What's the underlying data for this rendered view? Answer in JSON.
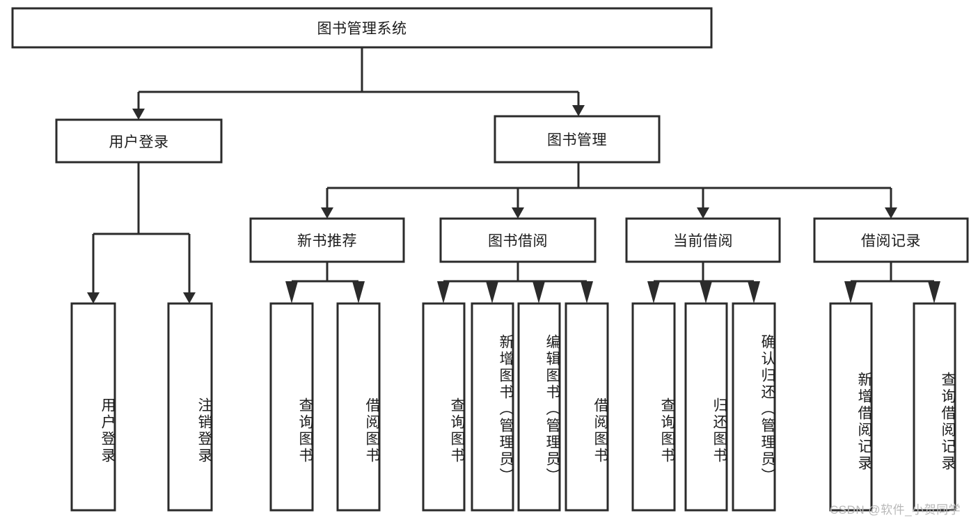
{
  "diagram": {
    "type": "tree-hierarchy-chart",
    "title": "图书管理系统",
    "root": {
      "id": "root",
      "label": "图书管理系统"
    },
    "level2": [
      {
        "id": "user-login",
        "label": "用户登录"
      },
      {
        "id": "book-management",
        "label": "图书管理"
      }
    ],
    "level3": [
      {
        "id": "new-book-recommend",
        "label": "新书推荐",
        "parent": "book-management"
      },
      {
        "id": "book-borrow",
        "label": "图书借阅",
        "parent": "book-management"
      },
      {
        "id": "current-borrow",
        "label": "当前借阅",
        "parent": "book-management"
      },
      {
        "id": "borrow-record",
        "label": "借阅记录",
        "parent": "book-management"
      }
    ],
    "leaves": [
      {
        "id": "leaf-user-login",
        "label": "用户登录",
        "parent": "user-login"
      },
      {
        "id": "leaf-logout-login",
        "label": "注销登录",
        "parent": "user-login"
      },
      {
        "id": "leaf-query-book-1",
        "label": "查询图书",
        "parent": "new-book-recommend"
      },
      {
        "id": "leaf-borrow-book-1",
        "label": "借阅图书",
        "parent": "new-book-recommend"
      },
      {
        "id": "leaf-query-book-2",
        "label": "查询图书",
        "parent": "book-borrow"
      },
      {
        "id": "leaf-add-book",
        "label": "新增图书（管理员）",
        "parent": "book-borrow"
      },
      {
        "id": "leaf-edit-book",
        "label": "编辑图书（管理员）",
        "parent": "book-borrow"
      },
      {
        "id": "leaf-borrow-book-2",
        "label": "借阅图书",
        "parent": "book-borrow"
      },
      {
        "id": "leaf-query-book-3",
        "label": "查询图书",
        "parent": "current-borrow"
      },
      {
        "id": "leaf-return-book",
        "label": "归还图书",
        "parent": "current-borrow"
      },
      {
        "id": "leaf-confirm-return",
        "label": "确认归还（管理员）",
        "parent": "current-borrow"
      },
      {
        "id": "leaf-add-record",
        "label": "新增借阅记录",
        "parent": "borrow-record"
      },
      {
        "id": "leaf-query-record",
        "label": "查询借阅记录",
        "parent": "borrow-record"
      }
    ],
    "watermark": "CSDN @软件_小贺同学",
    "colors": {
      "stroke": "#2b2b2b",
      "box_fill": "#ffffff",
      "text": "#1c1c1c",
      "background": "#ffffff",
      "watermark": "#b8b8b8"
    }
  }
}
